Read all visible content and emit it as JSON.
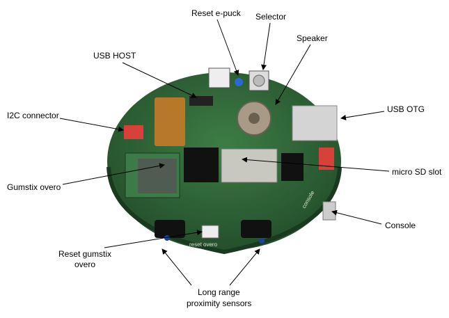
{
  "labels": {
    "reset_epuck": "Reset e-puck",
    "selector": "Selector",
    "speaker": "Speaker",
    "usb_host": "USB HOST",
    "i2c": "I2C connector",
    "usb_otg": "USB OTG",
    "micro_sd": "micro SD slot",
    "gumstix": "Gumstix overo",
    "console": "Console",
    "reset_gumstix_1": "Reset gumstix",
    "reset_gumstix_2": "overo",
    "prox_1": "Long range",
    "prox_2": "proximity sensors"
  },
  "silkscreen": {
    "reset_overo": "reset overo",
    "console": "console"
  },
  "colors": {
    "pcb": "#2f6a3a",
    "connector": "#d8403a"
  }
}
